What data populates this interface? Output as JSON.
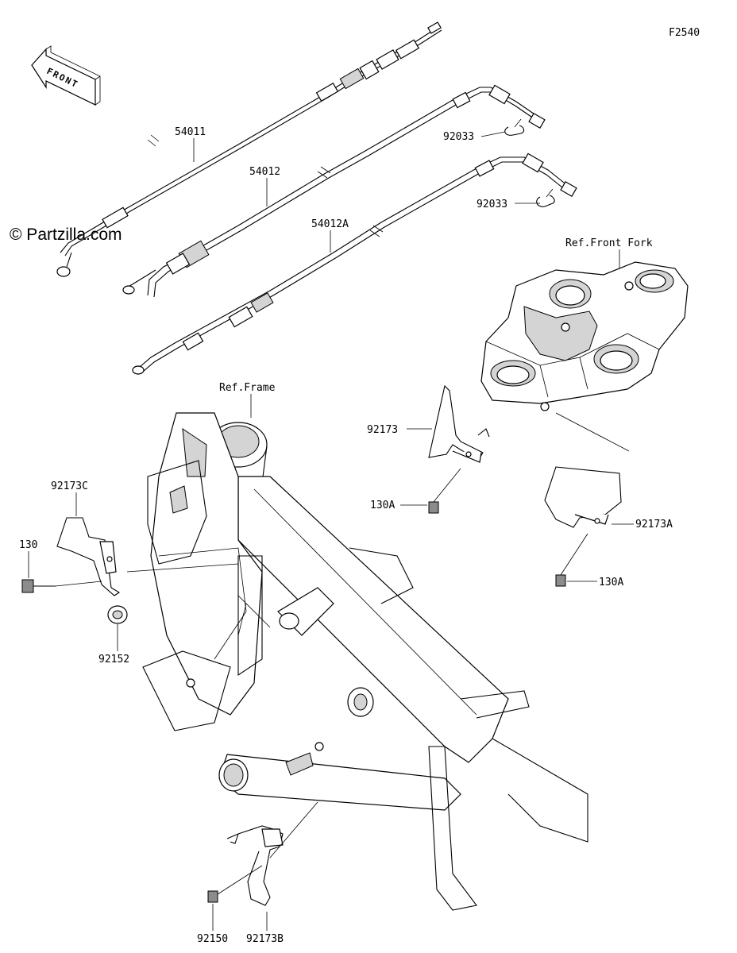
{
  "figure_code": "F2540",
  "watermark": "© Partzilla.com",
  "front_label": "FRONT",
  "ref_labels": {
    "front_fork": "Ref.Front Fork",
    "frame": "Ref.Frame"
  },
  "parts": {
    "cable_54011": "54011",
    "cable_54012": "54012",
    "cable_54012a": "54012A",
    "clip_92033_top": "92033",
    "clip_92033_bottom": "92033",
    "guide_92173": "92173",
    "bolt_130a_upper": "130A",
    "guide_92173a": "92173A",
    "bolt_130a_lower": "130A",
    "guide_92173c": "92173C",
    "bolt_130": "130",
    "collar_92152": "92152",
    "bolt_92150": "92150",
    "guide_92173b": "92173B"
  }
}
